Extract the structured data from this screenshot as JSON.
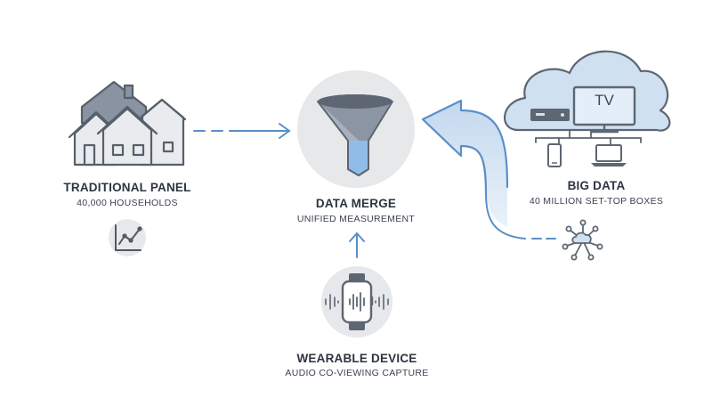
{
  "traditional_panel": {
    "title": "TRADITIONAL PANEL",
    "subtitle": "40,000 HOUSEHOLDS"
  },
  "data_merge": {
    "title": "DATA MERGE",
    "subtitle": "UNIFIED MEASUREMENT"
  },
  "big_data": {
    "title": "BIG DATA",
    "subtitle": "40 MILLION SET-TOP BOXES",
    "tv_label": "TV"
  },
  "wearable_device": {
    "title": "WEARABLE DEVICE",
    "subtitle": "AUDIO CO-VIEWING CAPTURE"
  },
  "colors": {
    "accent": "#5b8fc7",
    "icon_gray": "#5b6470",
    "light_gray": "#e6e8eb",
    "cloud_fill": "#cfe0f0"
  },
  "icons": [
    "houses-icon",
    "analytics-chart-icon",
    "funnel-icon",
    "cloud-icon",
    "tv-icon",
    "set-top-box-icon",
    "smartphone-icon",
    "laptop-icon",
    "network-hub-icon",
    "smartwatch-icon"
  ]
}
